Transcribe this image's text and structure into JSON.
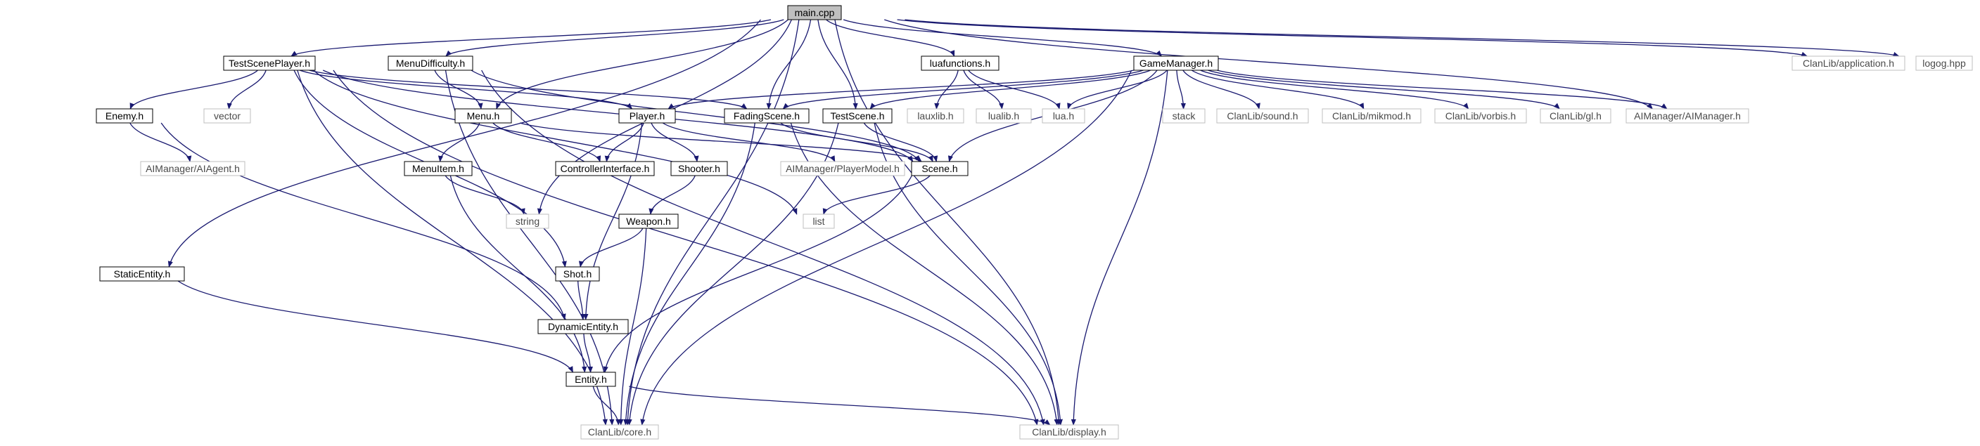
{
  "colors": {
    "edge": "#191970",
    "internal_border": "#000000",
    "external_border": "#bfbfbf",
    "root_fill": "#bfbfbf",
    "background": "#ffffff"
  },
  "nodes": {
    "main": "main.cpp",
    "testsceneplayer": "TestScenePlayer.h",
    "menudifficulty": "MenuDifficulty.h",
    "luafunctions": "luafunctions.h",
    "gamemanager": "GameManager.h",
    "clanlib_application": "ClanLib/application.h",
    "logog": "logog.hpp",
    "enemy": "Enemy.h",
    "vector": "vector",
    "menu": "Menu.h",
    "player": "Player.h",
    "fadingscene": "FadingScene.h",
    "testscene": "TestScene.h",
    "lauxlib": "lauxlib.h",
    "lualib": "lualib.h",
    "lua": "lua.h",
    "stack": "stack",
    "clanlib_sound": "ClanLib/sound.h",
    "clanlib_mikmod": "ClanLib/mikmod.h",
    "clanlib_vorbis": "ClanLib/vorbis.h",
    "clanlib_gl": "ClanLib/gl.h",
    "aimanager": "AIManager/AIManager.h",
    "aiagent": "AIManager/AIAgent.h",
    "controllerinterface": "ControllerInterface.h",
    "playermodel": "AIManager/PlayerModel.h",
    "scene": "Scene.h",
    "menuitem": "MenuItem.h",
    "shooter": "Shooter.h",
    "string": "string",
    "list": "list",
    "weapon": "Weapon.h",
    "staticentity": "StaticEntity.h",
    "shot": "Shot.h",
    "dynamicentity": "DynamicEntity.h",
    "entity": "Entity.h",
    "clanlib_core": "ClanLib/core.h",
    "clanlib_display": "ClanLib/display.h"
  }
}
